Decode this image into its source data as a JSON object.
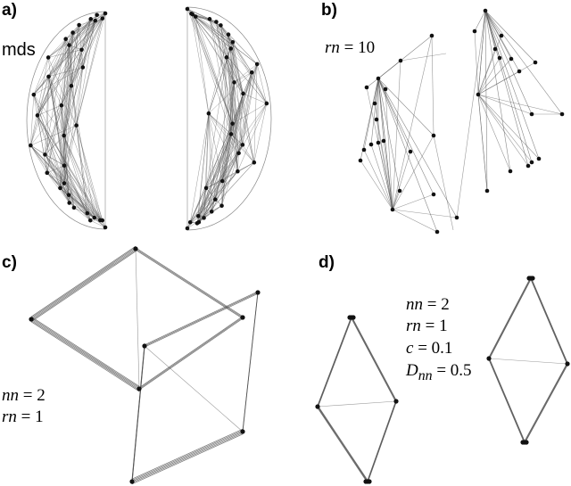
{
  "panels": [
    {
      "id": "a",
      "label": "a)",
      "method_label": "mds"
    },
    {
      "id": "b",
      "label": "b)",
      "params": [
        {
          "symbol": "rn",
          "value": "10"
        }
      ]
    },
    {
      "id": "c",
      "label": "c)",
      "params": [
        {
          "symbol": "nn",
          "value": "2"
        },
        {
          "symbol": "rn",
          "value": "1"
        }
      ]
    },
    {
      "id": "d",
      "label": "d)",
      "params": [
        {
          "symbol": "nn",
          "value": "2"
        },
        {
          "symbol": "rn",
          "value": "1"
        },
        {
          "symbol": "c",
          "value": "0.1"
        },
        {
          "symbol": "D",
          "subscript": "nn",
          "value": "0.5"
        }
      ]
    }
  ],
  "colors": {
    "edge": "#555555",
    "node": "#111111"
  }
}
